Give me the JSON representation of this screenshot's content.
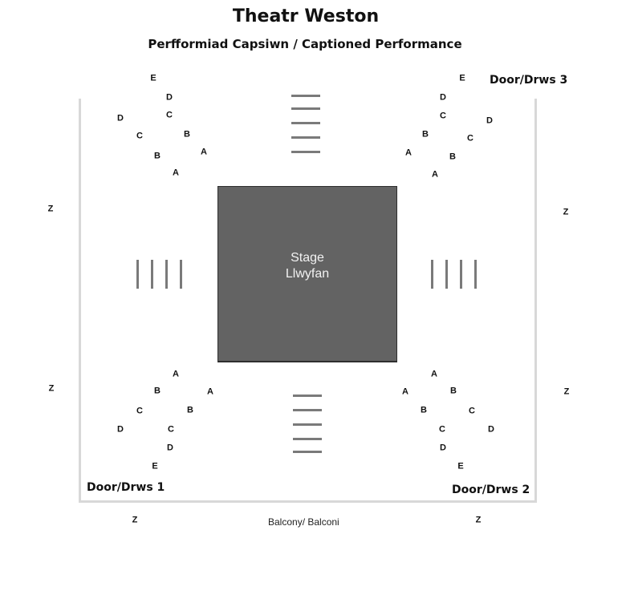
{
  "header": {
    "title": "Theatr Weston",
    "subtitle": "Perfformiad Capsiwn / Captioned Performance"
  },
  "stage": {
    "label_en": "Stage",
    "label_cy": "Llwyfan"
  },
  "doors": {
    "door1": "Door/Drws 1",
    "door2": "Door/Drws 2",
    "door3": "Door/Drws 3"
  },
  "balcony_label": "Balcony/ Balconi",
  "seating": {
    "top_left": [
      "E",
      "D",
      "D",
      "C",
      "C",
      "B",
      "B",
      "A",
      "A"
    ],
    "top_right": [
      "E",
      "D",
      "C",
      "D",
      "B",
      "C",
      "A",
      "B",
      "A"
    ],
    "bottom_left": [
      "A",
      "B",
      "A",
      "C",
      "B",
      "D",
      "C",
      "D",
      "E"
    ],
    "bottom_right": [
      "A",
      "A",
      "B",
      "B",
      "C",
      "C",
      "D",
      "D",
      "E"
    ],
    "z_rows": [
      "Z",
      "Z",
      "Z",
      "Z",
      "Z",
      "Z"
    ]
  },
  "colors": {
    "stage": "#636363",
    "stairs": "#7a7a7a",
    "walls": "#d8d8d8"
  }
}
